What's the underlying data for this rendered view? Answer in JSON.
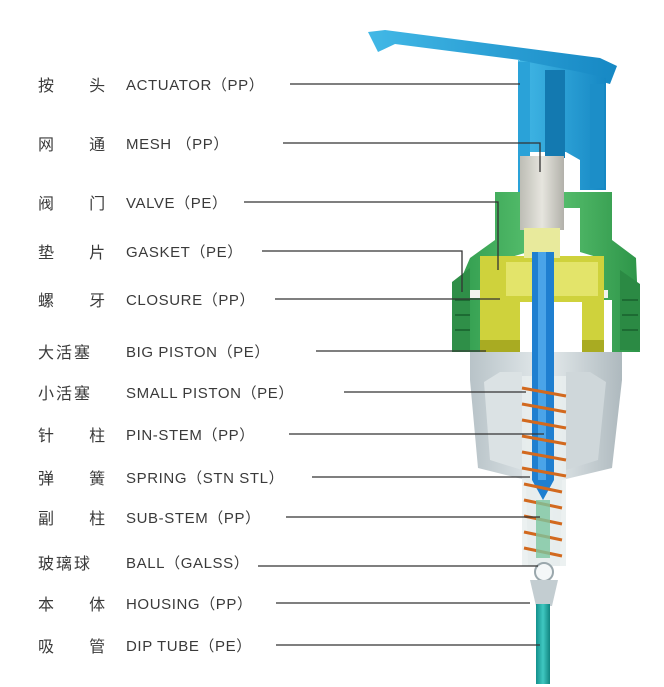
{
  "parts": [
    {
      "cn": "按 头",
      "en": "ACTUATOR（PP）"
    },
    {
      "cn": "网 通",
      "en": "MESH （PP）"
    },
    {
      "cn": "阀 门",
      "en": "VALVE（PE）"
    },
    {
      "cn": "垫 片",
      "en": "GASKET（PE）"
    },
    {
      "cn": "螺 牙",
      "en": "CLOSURE（PP）"
    },
    {
      "cn": "大活塞",
      "en": "BIG PISTON（PE）"
    },
    {
      "cn": "小活塞",
      "en": "SMALL PISTON（PE）"
    },
    {
      "cn": "针 柱",
      "en": "PIN-STEM（PP）"
    },
    {
      "cn": "弹 簧",
      "en": "SPRING（STN STL）"
    },
    {
      "cn": "副 柱",
      "en": "SUB-STEM（PP）"
    },
    {
      "cn": "玻璃球",
      "en": "BALL（GALSS）"
    },
    {
      "cn": "本 体",
      "en": "HOUSING（PP）"
    },
    {
      "cn": "吸 管",
      "en": "DIP TUBE（PE）"
    }
  ],
  "colors": {
    "actuator": "#1e9fd0",
    "closure": "#3fa95a",
    "piston": "#c8c83a",
    "housing": "#c9d2d6",
    "stem": "#1f7fd0",
    "spring": "#d2691e",
    "tube": "#1aa5a0",
    "leader": "#333333"
  }
}
